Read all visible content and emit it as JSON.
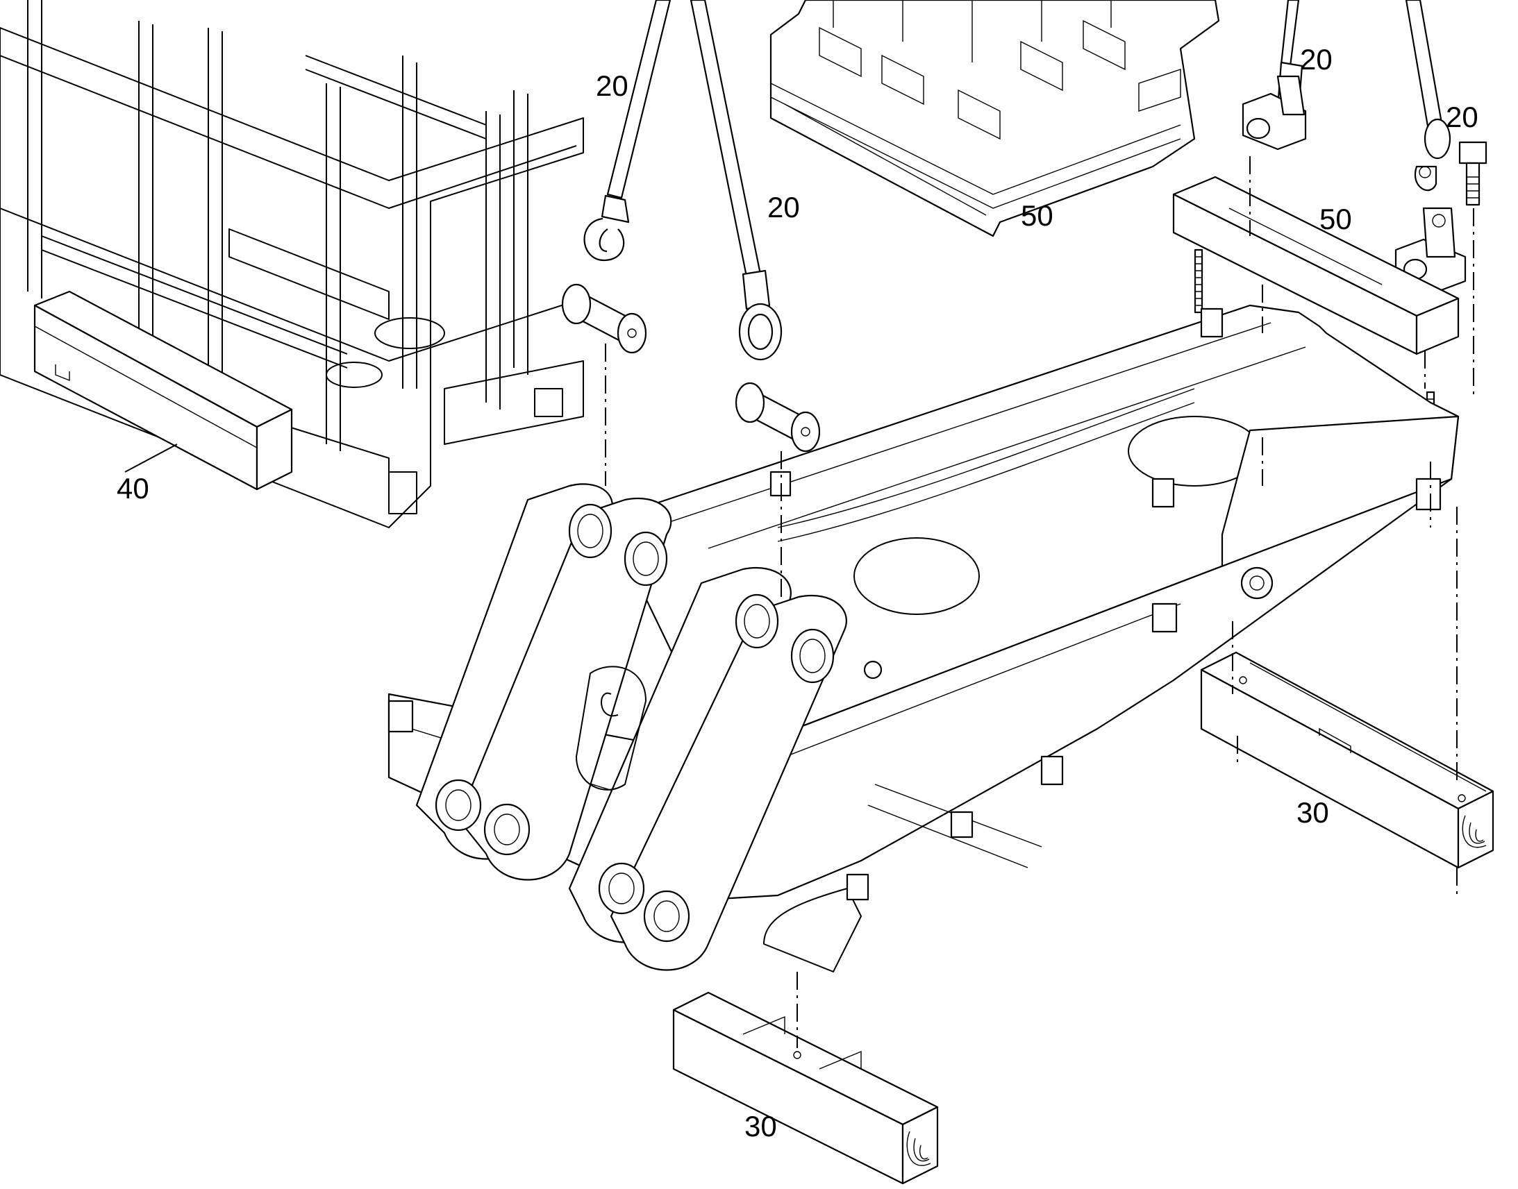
{
  "callouts": {
    "c20_sling_left": "20",
    "c20_sling_mid": "20",
    "c20_shackle_top": "20",
    "c20_bolt": "20",
    "c50_module": "50",
    "c50_beam": "50",
    "c40_block": "40",
    "c30_block_right": "30",
    "c30_block_bottom": "30"
  },
  "colors": {
    "line": "#000000",
    "background": "#ffffff"
  }
}
